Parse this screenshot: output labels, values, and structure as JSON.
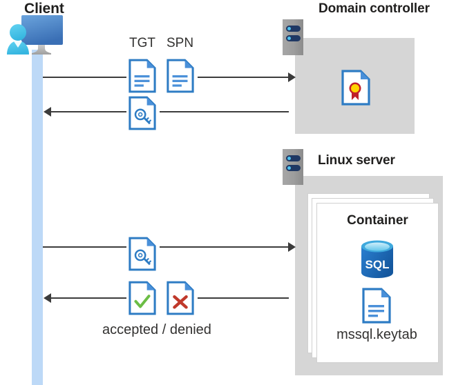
{
  "diagram": {
    "title": "Kerberos authentication flow between client, domain controller and Linux server container",
    "colors": {
      "lifeline": "#bdd9f7",
      "zone_gray": "#d6d6d6",
      "doc_blue": "#2e7cc4",
      "arrow": "#3b3b3b",
      "title_text": "#201f1e",
      "label_text": "#323130",
      "accept_green": "#6bbd45",
      "deny_red": "#c0392b",
      "cert_gold": "#ffd400",
      "cert_ribbon": "#c0202a",
      "sql_blue": "#1b6ec2",
      "rack_navy": "#1f3864",
      "rack_led": "#4fc3ef"
    }
  },
  "client": {
    "title": "Client",
    "icon": "user-at-monitor-icon",
    "lifeline_name": "client-lifeline"
  },
  "domain_controller": {
    "title": "Domain controller",
    "rack_icon": "server-rack-icon",
    "contents": [
      {
        "icon": "certificate-document-icon",
        "label": ""
      }
    ]
  },
  "linux_server": {
    "title": "Linux server",
    "rack_icon": "server-rack-icon",
    "container": {
      "title": "Container",
      "stack_count": 3,
      "items": [
        {
          "icon": "sql-database-icon",
          "label": "SQL"
        },
        {
          "icon": "keytab-document-icon",
          "label": "mssql.keytab"
        }
      ]
    }
  },
  "flows": [
    {
      "id": "flow-tgt-spn-request",
      "direction": "right",
      "from": "client",
      "to": "domain-controller",
      "icons": [
        {
          "name": "tgt-document-icon",
          "label": "TGT"
        },
        {
          "name": "spn-document-icon",
          "label": "SPN"
        }
      ]
    },
    {
      "id": "flow-ticket-response",
      "direction": "left",
      "from": "domain-controller",
      "to": "client",
      "icons": [
        {
          "name": "key-document-icon",
          "label": ""
        }
      ]
    },
    {
      "id": "flow-ticket-presented",
      "direction": "right",
      "from": "client",
      "to": "linux-server",
      "icons": [
        {
          "name": "key-document-icon",
          "label": ""
        }
      ]
    },
    {
      "id": "flow-auth-result",
      "direction": "left",
      "from": "linux-server",
      "to": "client",
      "caption": "accepted / denied",
      "icons": [
        {
          "name": "accepted-document-icon",
          "label": ""
        },
        {
          "name": "denied-document-icon",
          "label": ""
        }
      ]
    }
  ],
  "labels": {
    "tgt": "TGT",
    "spn": "SPN",
    "accepted_denied": "accepted / denied",
    "keytab_filename": "mssql.keytab",
    "sql_text": "SQL"
  }
}
